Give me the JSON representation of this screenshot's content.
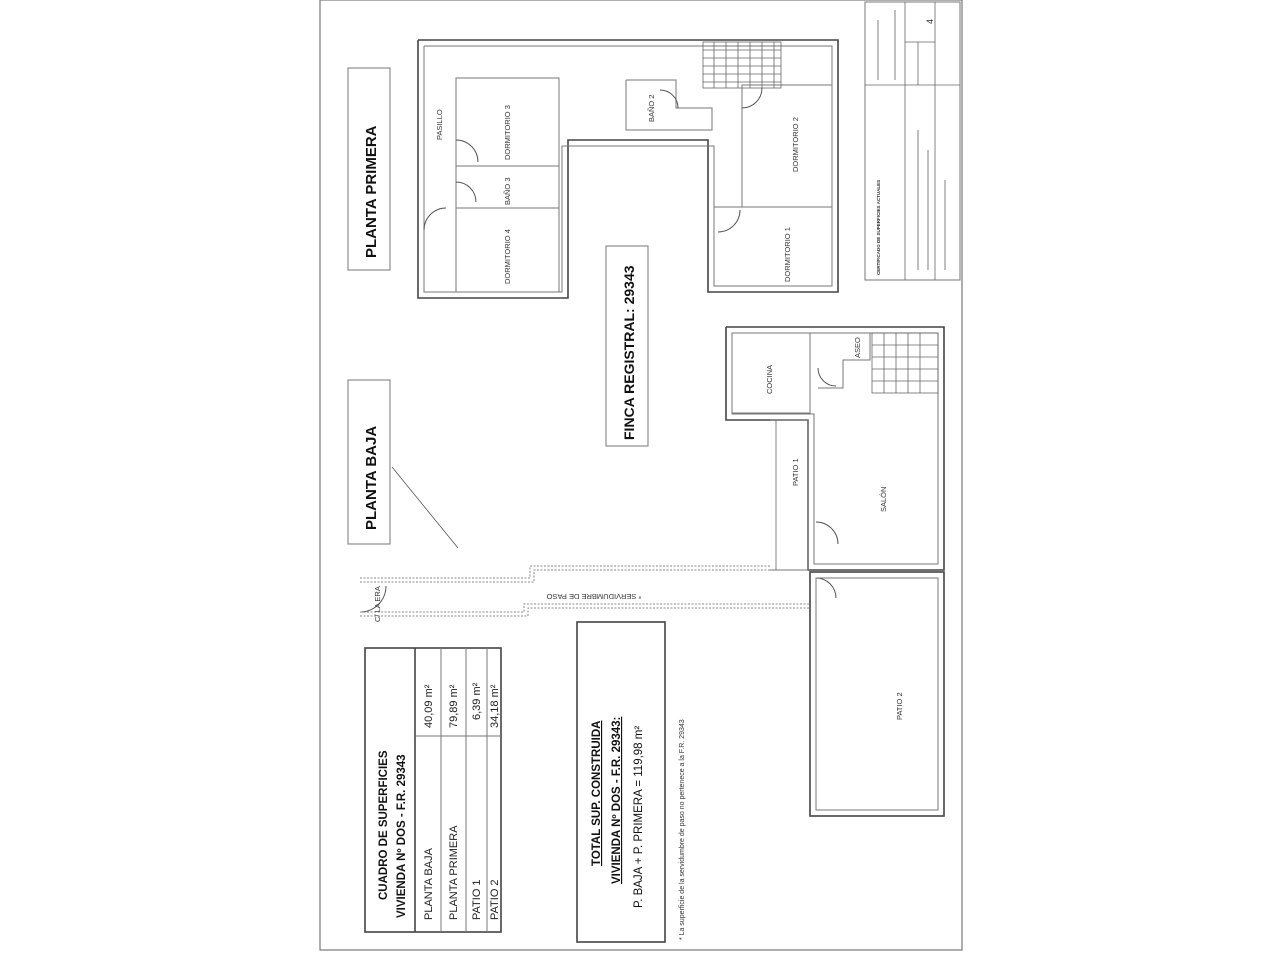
{
  "document": {
    "orientation": "rotated-90-ccw",
    "title_block": {
      "certificate_title": "CERTIFICADO DE SUPERFICIES ACTUALES",
      "sheet_number": "4"
    },
    "labels": {
      "planta_primera": "PLANTA PRIMERA",
      "planta_baja": "PLANTA BAJA",
      "finca_registral": "FINCA REGISTRAL: 29343",
      "street": "C/ LA ERA",
      "servidumbre": "* SERVIDUMBRE DE PASO"
    },
    "rooms_primera": {
      "pasillo": "PASILLO",
      "dormitorio_1": "DORMITORIO 1",
      "dormitorio_2": "DORMITORIO 2",
      "dormitorio_3": "DORMITORIO 3",
      "dormitorio_4": "DORMITORIO 4",
      "bano_2": "BAÑO 2",
      "bano_3": "BAÑO 3"
    },
    "rooms_baja": {
      "cocina": "COCINA",
      "aseo": "ASEO",
      "salon": "SALÓN",
      "patio_1": "PATIO 1",
      "patio_2": "PATIO 2"
    },
    "surface_table": {
      "title_line1": "CUADRO DE SUPERFICIES",
      "title_line2": "VIVIENDA Nº DOS - F.R. 29343",
      "rows": [
        {
          "name": "PLANTA BAJA",
          "value": "40,09 m²"
        },
        {
          "name": "PLANTA PRIMERA",
          "value": "79,89 m²"
        },
        {
          "name": "PATIO 1",
          "value": "6,39 m²"
        },
        {
          "name": "PATIO 2",
          "value": "34,18 m²"
        }
      ]
    },
    "total_box": {
      "line1": "TOTAL SUP. CONSTRUIDA",
      "line2": "VIVIENDA Nº DOS - F.R. 29343:",
      "line3": "P. BAJA + P. PRIMERA = 119,98 m²"
    },
    "footnote": "* La superficie de la servidumbre de paso no pertenece a la F.R. 29343"
  }
}
